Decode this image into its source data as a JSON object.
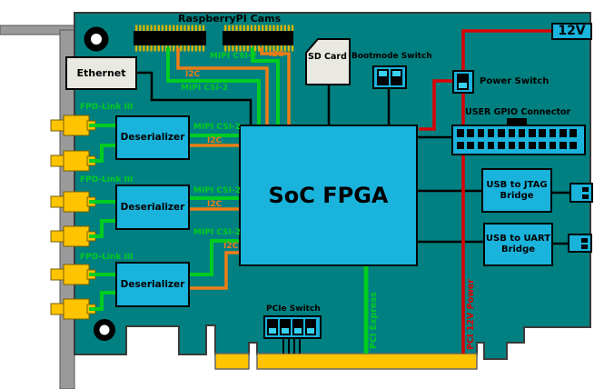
{
  "labels": {
    "raspberry_cams": "RaspberryPI Cams",
    "ethernet": "Ethernet",
    "sd_card": "SD Card",
    "bootmode_switch": "Bootmode Switch",
    "power_switch": "Power Switch",
    "supply_12v": "12V",
    "user_gpio": "USER GPIO Connector",
    "usb_jtag": {
      "line1": "USB to JTAG",
      "line2": "Bridge"
    },
    "usb_uart": {
      "line1": "USB to UART",
      "line2": "Bridge"
    },
    "soc_fpga": "SoC FPGA",
    "deserializer": "Deserializer",
    "pcie_switch": "PCIe Switch"
  },
  "wires": {
    "fpd_link": "FPD-Link III",
    "mipi_csi2": "MIPI CSI-2",
    "i2c": "I2C",
    "pci_express": "PCI Express",
    "pci_12v_power": "PCI 12V Power"
  },
  "colors": {
    "pcb_teal": "#008080",
    "component_cyan": "#1ab3dc",
    "dip_cyan": "#38d2f0",
    "gold": "#ffc400",
    "wire_green": "#00cc22",
    "wire_orange": "#f07d16",
    "wire_red": "#dd0000",
    "wire_black": "#000000",
    "bracket_gray": "#9a9a9a",
    "connector_body_gray": "#e9e9e2"
  }
}
